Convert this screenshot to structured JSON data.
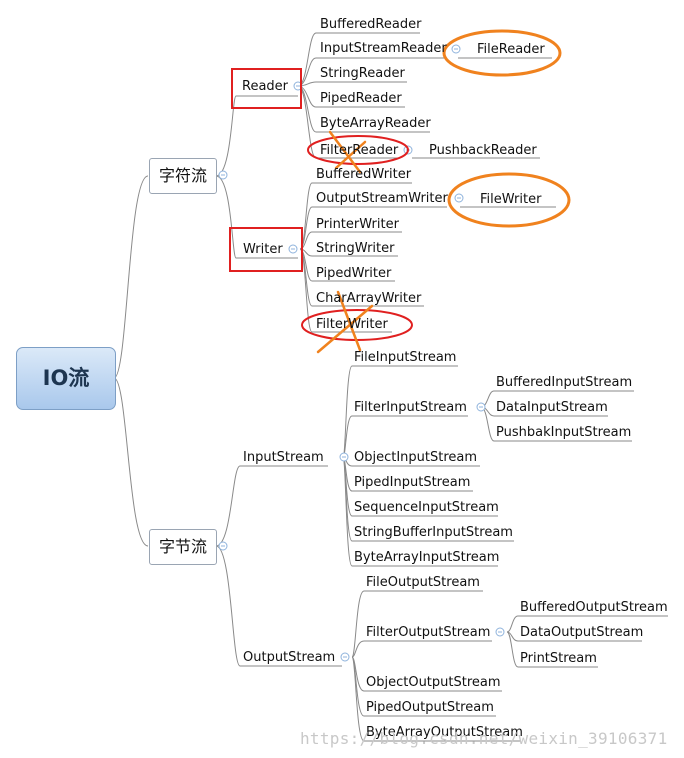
{
  "root": "IO流",
  "char_stream": {
    "label": "字符流",
    "reader": {
      "label": "Reader",
      "children": [
        "BufferedReader",
        "InputStreamReader",
        "StringReader",
        "PipedReader",
        "ByteArrayReader",
        "FilterReader"
      ],
      "inputstreamreader_child": "FileReader",
      "filterreader_child": "PushbackReader"
    },
    "writer": {
      "label": "Writer",
      "children": [
        "BufferedWriter",
        "OutputStreamWriter",
        "PrinterWriter",
        "StringWriter",
        "PipedWriter",
        "CharArrayWriter",
        "FilterWriter"
      ],
      "outputstreamwriter_child": "FileWriter"
    }
  },
  "byte_stream": {
    "label": "字节流",
    "input": {
      "label": "InputStream",
      "children": [
        "FileInputStream",
        "FilterInputStream",
        "ObjectInputStream",
        "PipedInputStream",
        "SequenceInputStream",
        "StringBufferInputStream",
        "ByteArrayInputStream"
      ],
      "filter_children": [
        "BufferedInputStream",
        "DataInputStream",
        "PushbakInputStream"
      ]
    },
    "output": {
      "label": "OutputStream",
      "children": [
        "FileOutputStream",
        "FilterOutputStream",
        "ObjectOutputStream",
        "PipedOutputStream",
        "ByteArrayOutputStream"
      ],
      "filter_children": [
        "BufferedOutputStream",
        "DataOutputStream",
        "PrintStream"
      ]
    }
  },
  "watermark": "https://blog.csdn.net/weixin_39106371",
  "colors": {
    "line": "#7f7f7f",
    "highlight_red": "#e02020",
    "highlight_orange": "#f0821e",
    "root_fill": "#bcd6f2"
  }
}
